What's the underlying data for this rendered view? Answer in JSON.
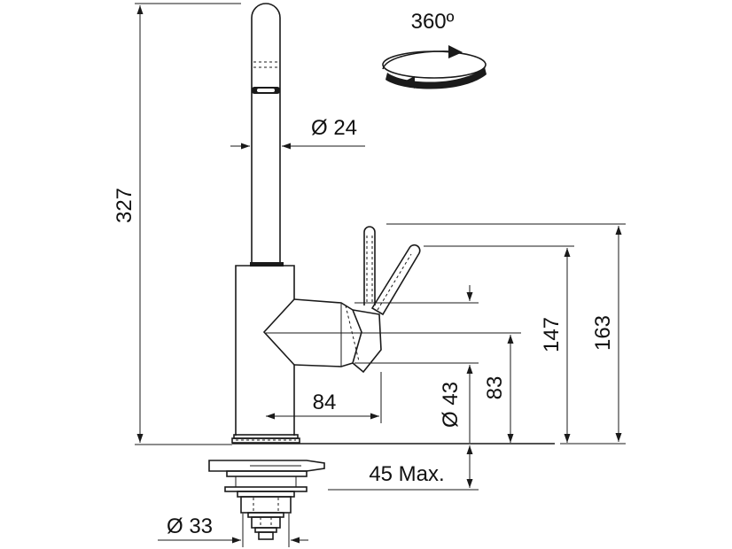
{
  "labels": {
    "rotation": "360º",
    "spout_diameter": "Ø 24",
    "total_height": "327",
    "reach": "84",
    "body_diameter": "Ø 43",
    "handle_height": "83",
    "lever_height": "147",
    "top_lever_height": "163",
    "counter_thickness": "45 Max.",
    "shank_diameter": "Ø 33"
  },
  "colors": {
    "ink": "#1a1a1a",
    "background": "#ffffff"
  }
}
